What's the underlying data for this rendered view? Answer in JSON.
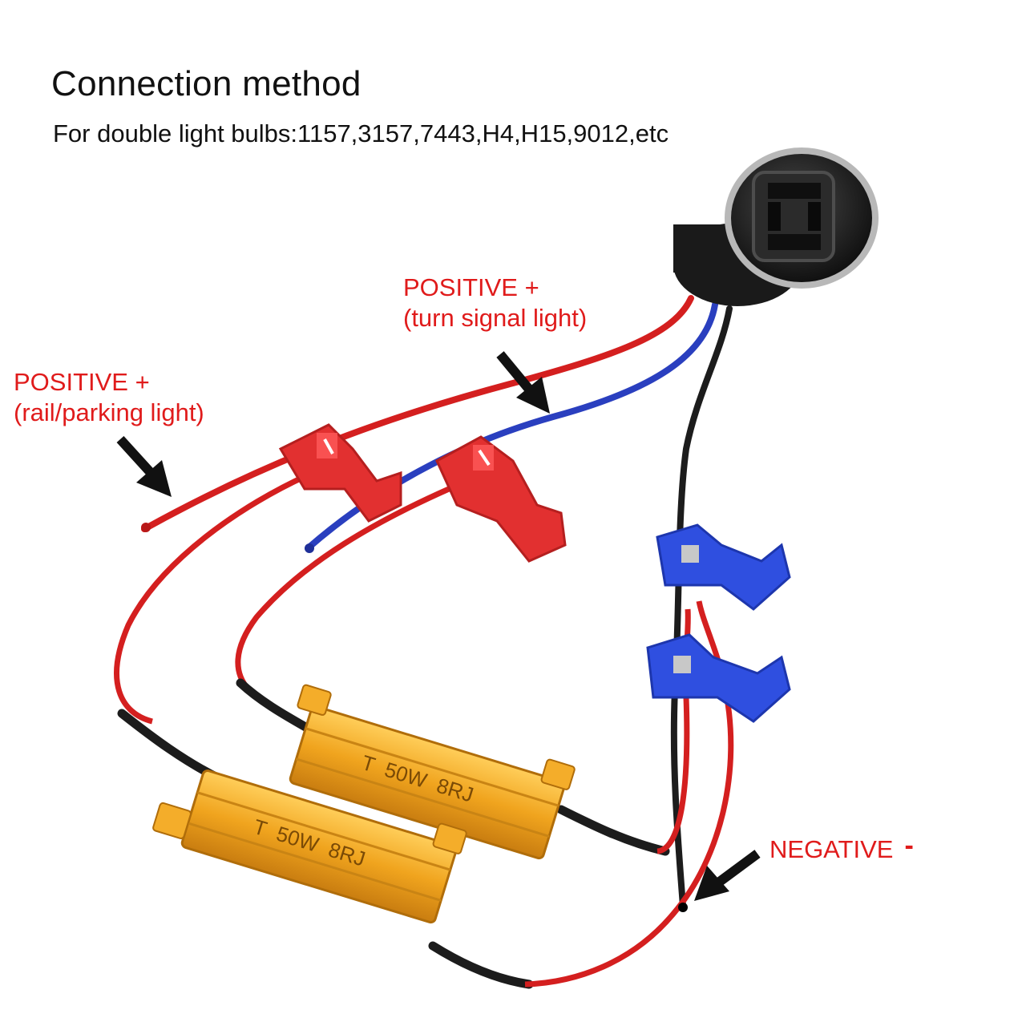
{
  "title": "Connection method",
  "subtitle": "For double light bulbs:1157,3157,7443,H4,H15,9012,etc",
  "labels": {
    "turn_signal": {
      "line1": "POSITIVE +",
      "line2": "(turn signal light)"
    },
    "rail_parking": {
      "line1": "POSITIVE +",
      "line2": "(rail/parking light)"
    },
    "negative": {
      "text": "NEGATIVE",
      "sign": "-"
    }
  },
  "resistors": [
    {
      "marking": "T  50W  8RJ"
    },
    {
      "marking": "T  50W  8RJ"
    }
  ],
  "colors": {
    "label_red": "#e01b1b",
    "wire_red": "#d41f1f",
    "wire_blue": "#2a3fbf",
    "wire_black": "#1c1c1c",
    "connector_red": "#e23030",
    "connector_blue": "#2f4fe0",
    "resistor_gold": "#f0a41e",
    "socket_black": "#202020"
  },
  "icons": [
    "arrow-icon",
    "bulb-socket-icon",
    "tap-connector-icon",
    "load-resistor-icon"
  ]
}
